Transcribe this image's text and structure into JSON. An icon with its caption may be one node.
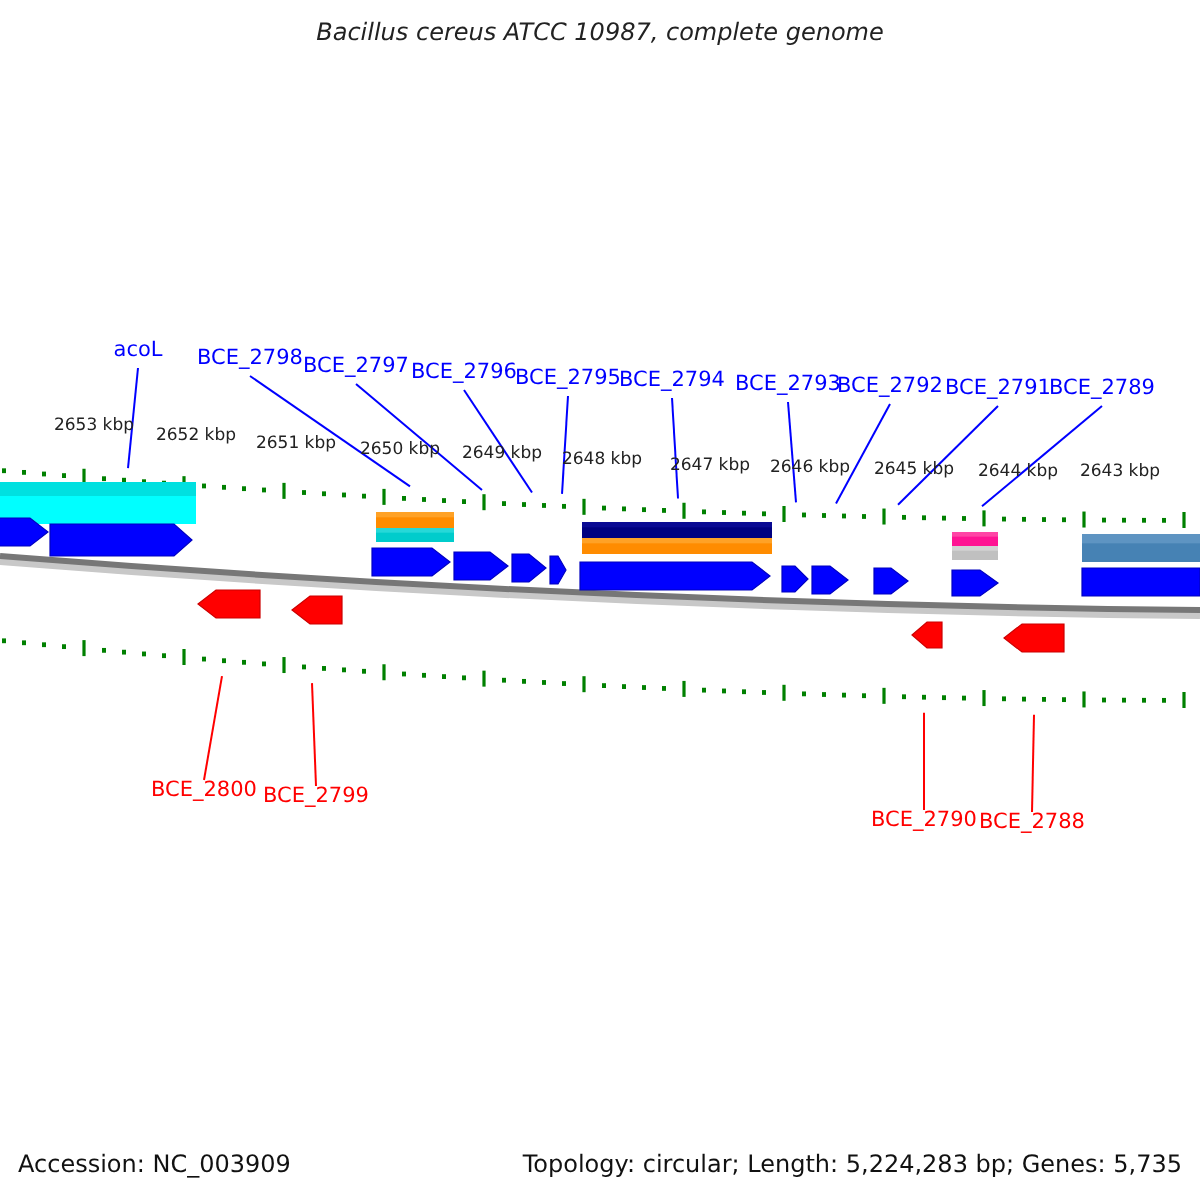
{
  "diagram": {
    "title": "Bacillus cereus ATCC 10987, complete genome",
    "nodes": [
      {
        "text": [
          "acoL"
        ]
      },
      {
        "text": [
          "BCE_2798"
        ]
      },
      {
        "text": [
          "BCE_2797"
        ]
      },
      {
        "text": [
          "BCE_2796"
        ]
      },
      {
        "text": [
          "BCE_2795"
        ]
      },
      {
        "text": [
          "BCE_2794"
        ]
      },
      {
        "text": [
          "BCE_2793"
        ]
      },
      {
        "text": [
          "BCE_2792"
        ]
      },
      {
        "text": [
          "BCE_2791"
        ]
      },
      {
        "text": [
          "BCE_2789"
        ]
      },
      {
        "text": [
          "BCE_2800"
        ]
      },
      {
        "text": [
          "BCE_2799"
        ]
      },
      {
        "text": [
          "BCE_2790"
        ]
      },
      {
        "text": [
          "BCE_2788"
        ]
      }
    ],
    "edges": [
      {
        "from": 0,
        "to": null,
        "arrow": "none"
      },
      {
        "from": 1,
        "to": null,
        "arrow": "none"
      },
      {
        "from": 2,
        "to": null,
        "arrow": "none"
      },
      {
        "from": 3,
        "to": null,
        "arrow": "none"
      },
      {
        "from": 4,
        "to": null,
        "arrow": "none"
      },
      {
        "from": 5,
        "to": null,
        "arrow": "none"
      },
      {
        "from": 6,
        "to": null,
        "arrow": "none"
      },
      {
        "from": 7,
        "to": null,
        "arrow": "none"
      },
      {
        "from": 8,
        "to": null,
        "arrow": "none"
      },
      {
        "from": 9,
        "to": null,
        "arrow": "none"
      },
      {
        "from": 10,
        "to": null,
        "arrow": "none",
        "color": "#ff0000"
      },
      {
        "from": 11,
        "to": null,
        "arrow": "none",
        "color": "#ff0000"
      },
      {
        "from": 12,
        "to": null,
        "arrow": "none",
        "color": "#ff0000"
      },
      {
        "from": 13,
        "to": null,
        "arrow": "none",
        "color": "#ff0000"
      }
    ],
    "labels": [
      "2653 kbp",
      "2652 kbp",
      "2651 kbp",
      "2650 kbp",
      "2649 kbp",
      "2648 kbp",
      "2647 kbp",
      "2646 kbp",
      "2645 kbp",
      "2644 kbp",
      "2643 kbp",
      "Accession: NC_003909",
      "Topology: circular; Length: 5,224,283 bp; Genes: 5,735"
    ]
  }
}
